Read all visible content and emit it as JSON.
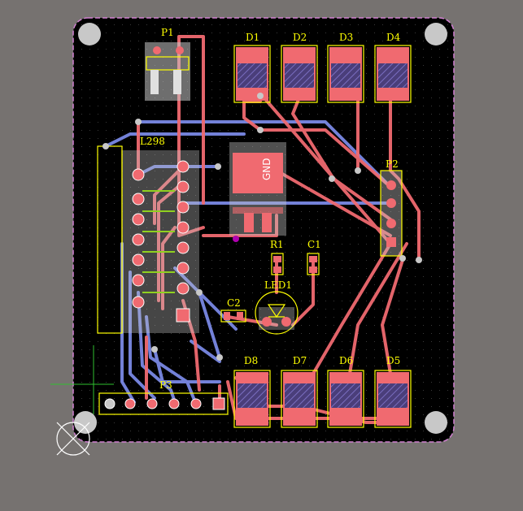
{
  "labels": {
    "p1": "P1",
    "d1": "D1",
    "d2": "D2",
    "d3": "D3",
    "d4": "D4",
    "d5": "D5",
    "d6": "D6",
    "d7": "D7",
    "d8": "D8",
    "l298": "L298",
    "p2": "P2",
    "r1": "R1",
    "c1": "C1",
    "c2": "C2",
    "led1": "LED1",
    "p3": "P3",
    "gnd": "GND"
  },
  "colors": {
    "background": "#767270",
    "board": "#000000",
    "outline": "#d080d0",
    "top_copper": "#f06a70",
    "bottom_copper": "#8090f0",
    "silkscreen": "#ffff00",
    "pad": "#c8c8c8"
  }
}
